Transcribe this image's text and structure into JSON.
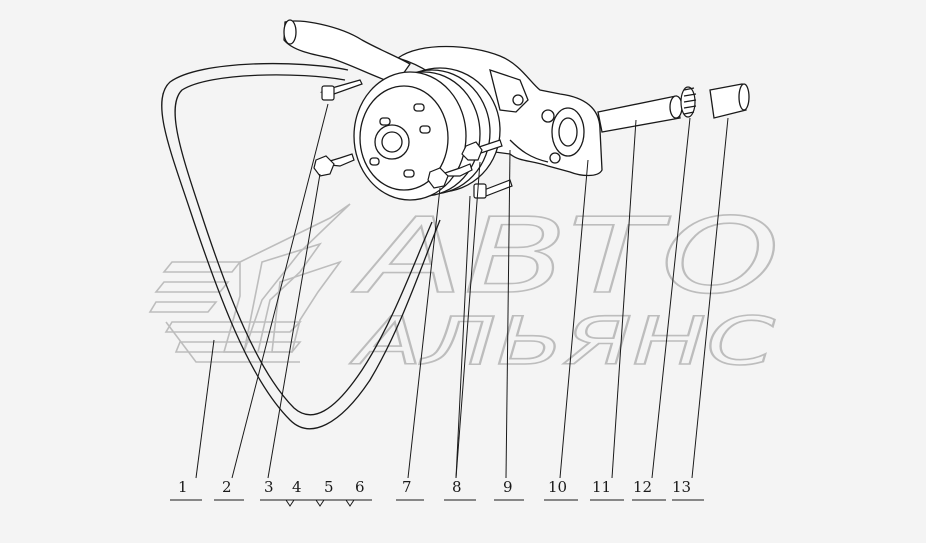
{
  "watermark": {
    "line1": "АВТО",
    "line2": "АЛЬЯНС"
  },
  "callouts": [
    {
      "label": "1"
    },
    {
      "label": "2"
    },
    {
      "label": "3"
    },
    {
      "label": "4"
    },
    {
      "label": "5"
    },
    {
      "label": "6"
    },
    {
      "label": "7"
    },
    {
      "label": "8"
    },
    {
      "label": "9"
    },
    {
      "label": "10"
    },
    {
      "label": "11"
    },
    {
      "label": "12"
    },
    {
      "label": "13"
    }
  ],
  "colors": {
    "background": "#f4f4f4",
    "line": "#1a1a1a",
    "watermark": "#c4c4c4"
  }
}
